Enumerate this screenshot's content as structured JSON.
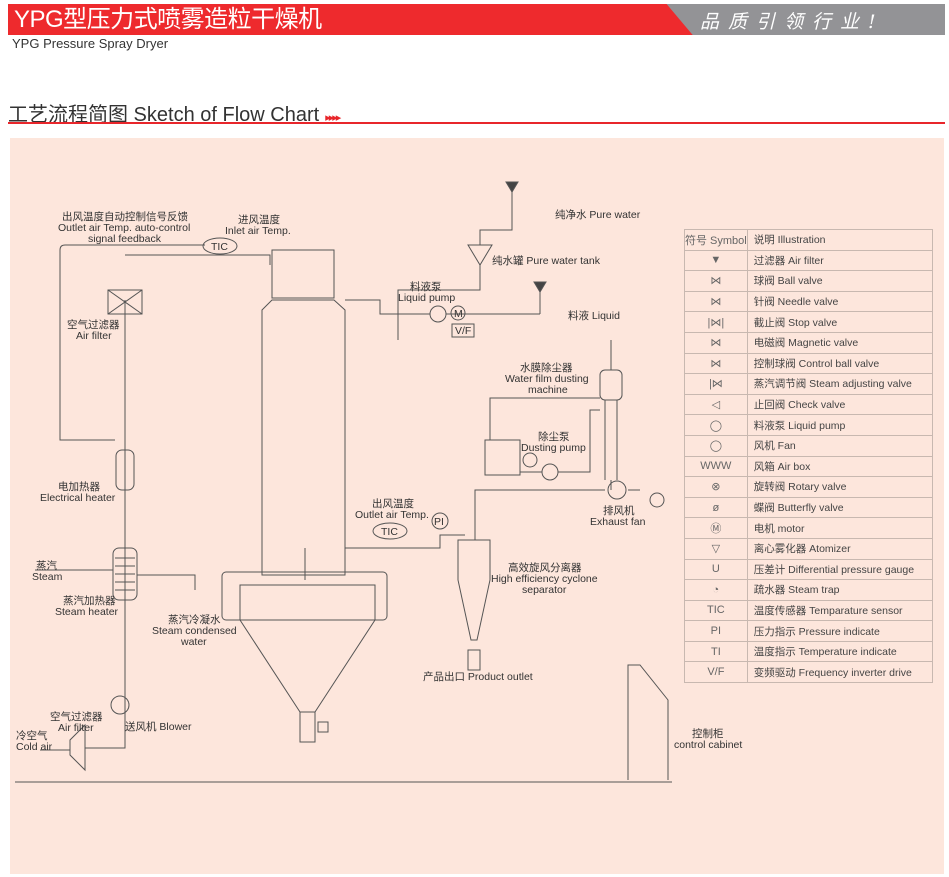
{
  "header": {
    "title": "YPG型压力式喷雾造粒干燥机",
    "slogan": "品质引领行业!",
    "subtitle": "YPG Pressure Spray Dryer"
  },
  "section": {
    "title": "工艺流程简图  Sketch of Flow Chart",
    "arrows": "▸▸▸▸"
  },
  "diagram": {
    "pure_water": "纯净水 Pure water",
    "pure_water_tank": "纯水罐 Pure water tank",
    "liquid": "料液 Liquid",
    "liquid_pump_cn": "料液泵",
    "liquid_pump_en": "Liquid pump",
    "vf": "V/F",
    "m": "M",
    "feedback_cn": "出风温度自动控制信号反馈",
    "feedback_en1": "Outlet air Temp. auto-control",
    "feedback_en2": "signal feedback",
    "inlet_cn": "进风温度",
    "inlet_en": "Inlet air Temp.",
    "tic": "TIC",
    "pi": "PI",
    "air_filter_cn": "空气过滤器",
    "air_filter_en": "Air filter",
    "heater_cn": "电加热器",
    "heater_en": "Electrical heater",
    "steam_cn": "蒸汽",
    "steam_en": "Steam",
    "steam_heater_cn": "蒸汽加热器",
    "steam_heater_en": "Steam heater",
    "condensed_cn": "蒸汽冷凝水",
    "condensed_en1": "Steam condensed",
    "condensed_en2": "water",
    "air_filter2_cn": "空气过滤器",
    "air_filter2_en": "Air filter",
    "cold_air_cn": "冷空气",
    "cold_air_en": "Cold air",
    "blower": "送风机 Blower",
    "water_film_cn": "水膜除尘器",
    "water_film_en1": "Water film dusting",
    "water_film_en2": "machine",
    "dusting_pump_cn": "除尘泵",
    "dusting_pump_en": "Dusting pump",
    "exhaust_cn": "排风机",
    "exhaust_en": "Exhaust fan",
    "outlet_cn": "出风温度",
    "outlet_en": "Outlet air Temp.",
    "cyclone_cn": "高效旋风分离器",
    "cyclone_en1": "High efficiency cyclone",
    "cyclone_en2": "separator",
    "product_outlet": "产品出口 Product outlet",
    "cabinet_cn": "控制柜",
    "cabinet_en": "control cabinet"
  },
  "legend": {
    "header": {
      "symbol": "符号 Symbol",
      "illustration": "说明 Illustration"
    },
    "rows": [
      {
        "sym": "▼",
        "label": "过滤器 Air filter"
      },
      {
        "sym": "⋈",
        "label": "球阀 Ball valve"
      },
      {
        "sym": "⋈",
        "label": "针阀 Needle valve"
      },
      {
        "sym": "|⋈|",
        "label": "截止阀 Stop valve"
      },
      {
        "sym": "⋈",
        "label": "电磁阀 Magnetic valve"
      },
      {
        "sym": "⋈",
        "label": "控制球阀 Control ball valve"
      },
      {
        "sym": "|⋈",
        "label": "蒸汽调节阀 Steam adjusting valve"
      },
      {
        "sym": "◁",
        "label": "止回阀 Check valve"
      },
      {
        "sym": "◯",
        "label": "料液泵 Liquid pump"
      },
      {
        "sym": "◯",
        "label": "风机 Fan"
      },
      {
        "sym": "WWW",
        "label": "风箱 Air box"
      },
      {
        "sym": "⊗",
        "label": "旋转阀 Rotary valve"
      },
      {
        "sym": "ø",
        "label": "蝶阀 Butterfly valve"
      },
      {
        "sym": "Ⓜ",
        "label": "电机 motor"
      },
      {
        "sym": "▽",
        "label": "离心雾化器 Atomizer"
      },
      {
        "sym": "U",
        "label": "压差计 Differential pressure gauge"
      },
      {
        "sym": "◔",
        "label": "疏水器 Steam trap"
      },
      {
        "sym": "TIC",
        "label": "温度传感器 Temparature sensor"
      },
      {
        "sym": "PI",
        "label": "压力指示 Pressure indicate"
      },
      {
        "sym": "TI",
        "label": "温度指示 Temperature indicate"
      },
      {
        "sym": "V/F",
        "label": "变频驱动 Frequency inverter drive"
      }
    ]
  }
}
